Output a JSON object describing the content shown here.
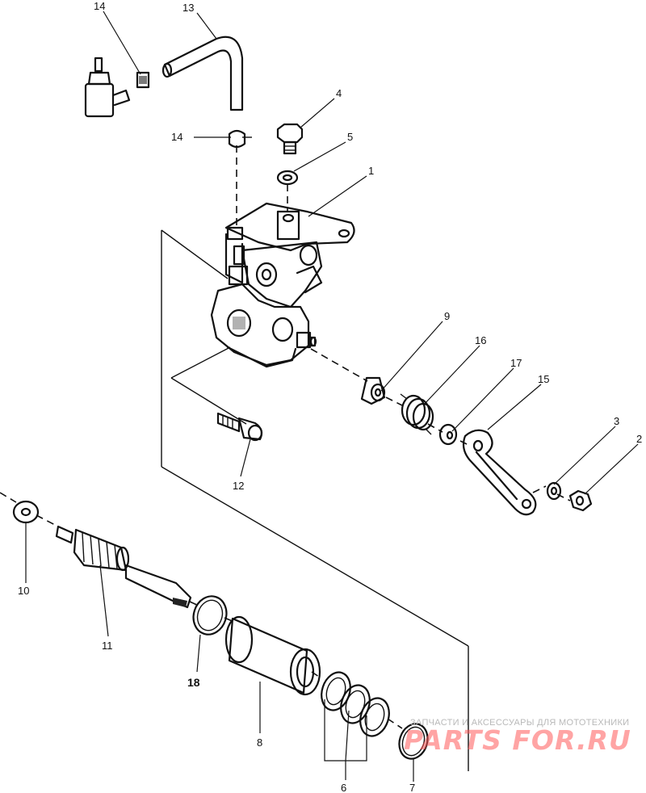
{
  "callouts": [
    {
      "id": "c14a",
      "label": "14"
    },
    {
      "id": "c13",
      "label": "13"
    },
    {
      "id": "c4",
      "label": "4"
    },
    {
      "id": "c14b",
      "label": "14"
    },
    {
      "id": "c5",
      "label": "5"
    },
    {
      "id": "c1",
      "label": "1"
    },
    {
      "id": "c9",
      "label": "9"
    },
    {
      "id": "c16",
      "label": "16"
    },
    {
      "id": "c17",
      "label": "17"
    },
    {
      "id": "c15",
      "label": "15"
    },
    {
      "id": "c3",
      "label": "3"
    },
    {
      "id": "c2",
      "label": "2"
    },
    {
      "id": "c12",
      "label": "12"
    },
    {
      "id": "c10",
      "label": "10"
    },
    {
      "id": "c11",
      "label": "11"
    },
    {
      "id": "c18",
      "label": "18"
    },
    {
      "id": "c8",
      "label": "8"
    },
    {
      "id": "c6",
      "label": "6"
    },
    {
      "id": "c7",
      "label": "7"
    }
  ],
  "watermark": {
    "caption": "ЗАПЧАСТИ И АКСЕССУАРЫ ДЛЯ МОТОТЕХНИКИ",
    "logo": "PARTS FOR.RU"
  }
}
